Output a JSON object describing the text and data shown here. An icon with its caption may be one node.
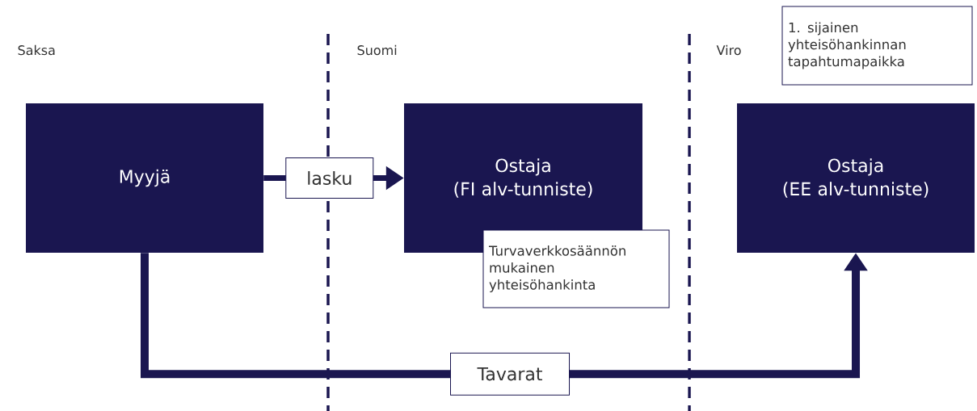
{
  "diagram": {
    "nodes": [
      {
        "text": [
          "Myyjä"
        ]
      },
      {
        "text": [
          "Ostaja",
          "(FI alv-tunniste)"
        ]
      },
      {
        "text": [
          "Ostaja",
          "(EE alv-tunniste)"
        ]
      },
      {
        "text": [
          "Turvaverkkosäännön mukainen yhteisöhankinta"
        ]
      },
      {
        "text": [
          "1. sijainen yhteisöhankinnan tapahtumapaikka"
        ]
      }
    ],
    "edges": [
      {
        "from": 0,
        "to": 1,
        "arrow": "to",
        "label": "lasku"
      },
      {
        "from": 0,
        "to": 2,
        "arrow": "to",
        "label": "Tavarat"
      }
    ],
    "labels": [
      "Saksa",
      "Suomi",
      "Viro"
    ]
  }
}
